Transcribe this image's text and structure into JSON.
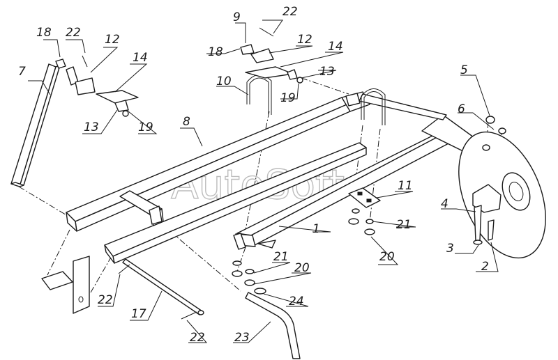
{
  "watermark": "AutoSoft",
  "callouts": [
    {
      "id": "c18a",
      "text": "18"
    },
    {
      "id": "c22a",
      "text": "22"
    },
    {
      "id": "c12a",
      "text": "12"
    },
    {
      "id": "c14a",
      "text": "14"
    },
    {
      "id": "c7",
      "text": "7"
    },
    {
      "id": "c13a",
      "text": "13"
    },
    {
      "id": "c19a",
      "text": "19"
    },
    {
      "id": "c8",
      "text": "8"
    },
    {
      "id": "c9",
      "text": "9"
    },
    {
      "id": "c22b",
      "text": "22"
    },
    {
      "id": "c18b",
      "text": "18"
    },
    {
      "id": "c12b",
      "text": "12"
    },
    {
      "id": "c14b",
      "text": "14"
    },
    {
      "id": "c13b",
      "text": "13"
    },
    {
      "id": "c10",
      "text": "10"
    },
    {
      "id": "c19b",
      "text": "19"
    },
    {
      "id": "c5",
      "text": "5"
    },
    {
      "id": "c6",
      "text": "6"
    },
    {
      "id": "c11",
      "text": "11"
    },
    {
      "id": "c4",
      "text": "4"
    },
    {
      "id": "c21a",
      "text": "21"
    },
    {
      "id": "c1",
      "text": "1"
    },
    {
      "id": "c20a",
      "text": "20"
    },
    {
      "id": "c3",
      "text": "3"
    },
    {
      "id": "c2",
      "text": "2"
    },
    {
      "id": "c21b",
      "text": "21"
    },
    {
      "id": "c20b",
      "text": "20"
    },
    {
      "id": "c22c",
      "text": "22"
    },
    {
      "id": "c24",
      "text": "24"
    },
    {
      "id": "c17",
      "text": "17"
    },
    {
      "id": "c22d",
      "text": "22"
    },
    {
      "id": "c23",
      "text": "23"
    }
  ]
}
